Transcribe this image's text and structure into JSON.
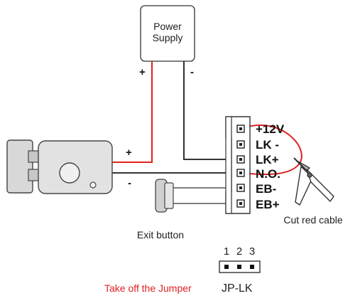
{
  "power_supply": {
    "line1": "Power",
    "line2": "Supply"
  },
  "wire_labels": {
    "supply_plus": "+",
    "supply_minus": "-",
    "lock_plus": "+",
    "lock_minus": "-"
  },
  "terminals": [
    "+12V",
    "LK -",
    "LK+",
    "N.O.",
    "EB-",
    "EB+"
  ],
  "labels": {
    "cut_red_cable": "Cut red cable",
    "exit_button": "Exit button",
    "take_off_jumper": "Take off the Jumper",
    "jumper_name": "JP-LK"
  },
  "jumper_pins": [
    "1",
    "2",
    "3"
  ],
  "colors": {
    "wire": "#1a1a1a",
    "red_wire": "#e02020",
    "note_red": "#e02020"
  }
}
